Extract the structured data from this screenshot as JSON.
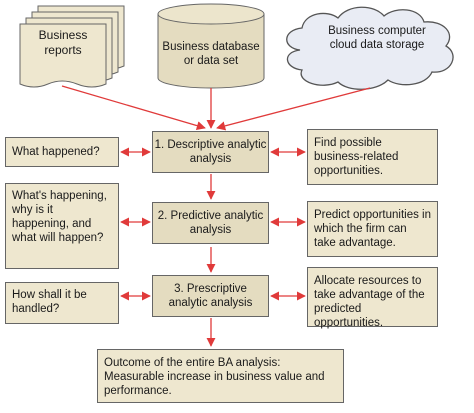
{
  "sources": {
    "reports": "Business reports",
    "database": "Business database or data set",
    "cloud": "Business computer cloud data storage"
  },
  "stages": [
    {
      "title": "1. Descriptive analytic analysis",
      "question": "What happened?",
      "output": "Find possible business-related opportunities."
    },
    {
      "title": "2. Predictive analytic analysis",
      "question": "What's happening, why is it happening, and what will happen?",
      "output": "Predict opportunities in which the firm can take advantage."
    },
    {
      "title": "3. Prescriptive analytic analysis",
      "question": "How shall it be handled?",
      "output": "Allocate resources to take advantage of the predicted opportunities."
    }
  ],
  "outcome": "Outcome of the entire BA analysis: Measurable increase in business value and performance.",
  "colors": {
    "box_fill": "#eee7cf",
    "stage_fill": "#e4dcc0",
    "arrow": "#e03a3a",
    "cloud_fill": "#e9ecf4",
    "border": "#666666"
  }
}
